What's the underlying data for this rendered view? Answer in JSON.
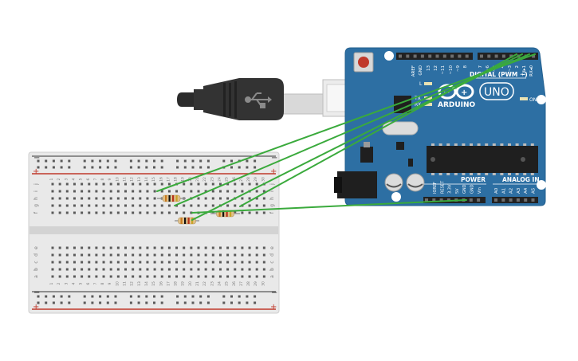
{
  "breadboard": {
    "rails_top": [
      "−",
      "+"
    ],
    "rails_bottom": [
      "−",
      "+"
    ],
    "row_labels_top": [
      "j",
      "i",
      "h",
      "g",
      "f"
    ],
    "row_labels_bottom": [
      "e",
      "d",
      "c",
      "b",
      "a"
    ],
    "column_labels": [
      "1",
      "2",
      "3",
      "4",
      "5",
      "6",
      "7",
      "8",
      "9",
      "10",
      "11",
      "12",
      "13",
      "14",
      "15",
      "16",
      "17",
      "18",
      "19",
      "20",
      "21",
      "22",
      "23",
      "24",
      "25",
      "26",
      "27",
      "28",
      "29",
      "30"
    ]
  },
  "resistors": [
    {
      "name": "resistor-1",
      "bands": [
        "#c8791e",
        "#111111",
        "#b5321b",
        "#c9a227"
      ]
    },
    {
      "name": "resistor-2",
      "bands": [
        "#c8791e",
        "#111111",
        "#b5321b",
        "#c9a227"
      ]
    },
    {
      "name": "resistor-3",
      "bands": [
        "#c8791e",
        "#111111",
        "#b5321b",
        "#c9a227"
      ]
    }
  ],
  "arduino": {
    "logo_text": "ARDUINO",
    "model": "UNO",
    "digital_label": "DIGITAL (PWM ~)",
    "power_label": "POWER",
    "analog_label": "ANALOG IN",
    "led_l": "L",
    "led_tx": "TX",
    "led_rx": "RX",
    "led_on": "ON",
    "top_pin_labels": [
      "AREF",
      "GND",
      "13",
      "12",
      "~11",
      "~10",
      "~9",
      "8",
      "7",
      "~6",
      "~5",
      "4",
      "~3",
      "2",
      "TX▸1",
      "RX◂0"
    ],
    "power_pin_labels": [
      "IOREF",
      "RESET",
      "3.3V",
      "5V",
      "GND",
      "GND",
      "Vin"
    ],
    "analog_pin_labels": [
      "A0",
      "A1",
      "A2",
      "A3",
      "A4",
      "A5"
    ]
  },
  "colors": {
    "board_blue": "#2d6fa3",
    "wire_green": "#3aaa3c",
    "breadboard": "#e9e9e9",
    "rail_red": "#c0392b",
    "rail_black": "#333333"
  },
  "icons": {
    "usb_symbol": "usb-icon"
  }
}
